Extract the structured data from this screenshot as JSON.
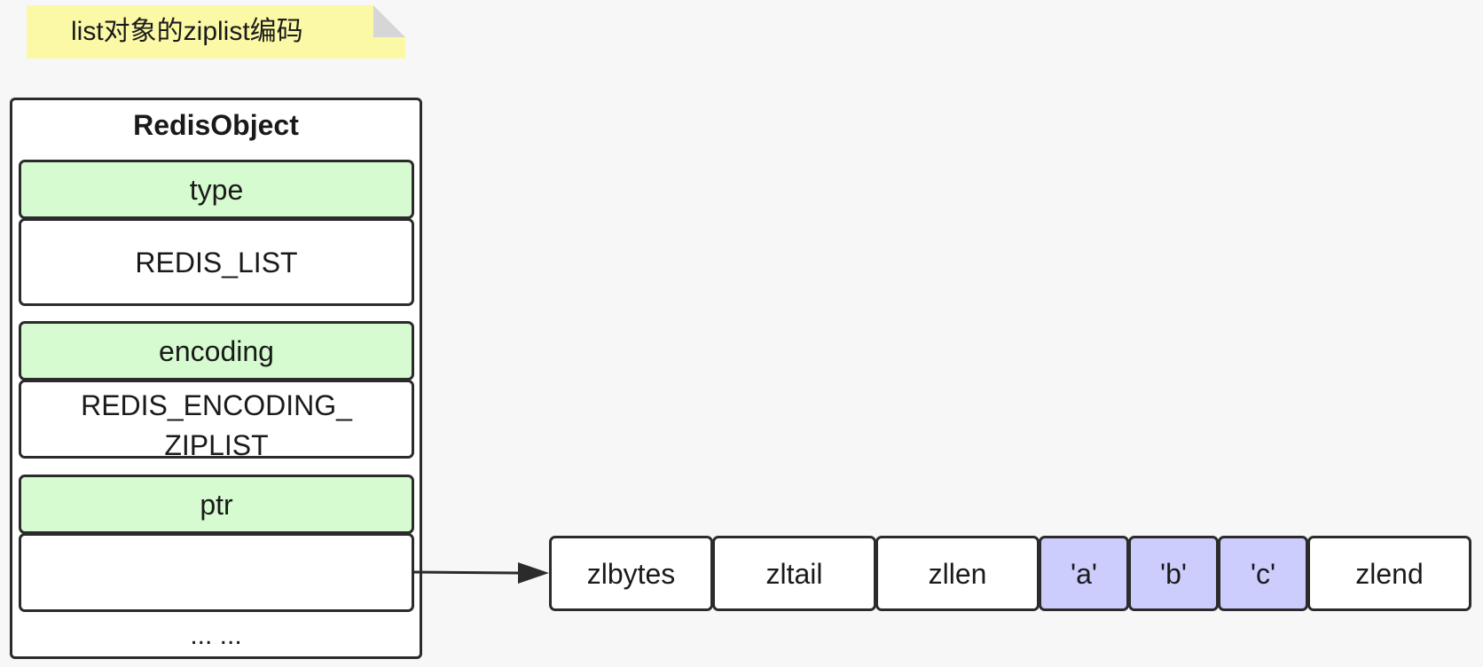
{
  "note": {
    "text": "list对象的ziplist编码"
  },
  "redis_object": {
    "title": "RedisObject",
    "fields": [
      {
        "label": "type",
        "value": "REDIS_LIST"
      },
      {
        "label": "encoding",
        "value": "REDIS_ENCODING_\nZIPLIST"
      },
      {
        "label": "ptr",
        "value": ""
      }
    ],
    "ellipsis": "... ..."
  },
  "ziplist": {
    "cells": [
      "zlbytes",
      "zltail",
      "zllen",
      "'a'",
      "'b'",
      "'c'",
      "zlend"
    ]
  },
  "colors": {
    "note_bg": "#fbf9a6",
    "label_bg": "#d6fbd0",
    "entry_bg": "#ccccfd",
    "border": "#2b2b2b"
  }
}
